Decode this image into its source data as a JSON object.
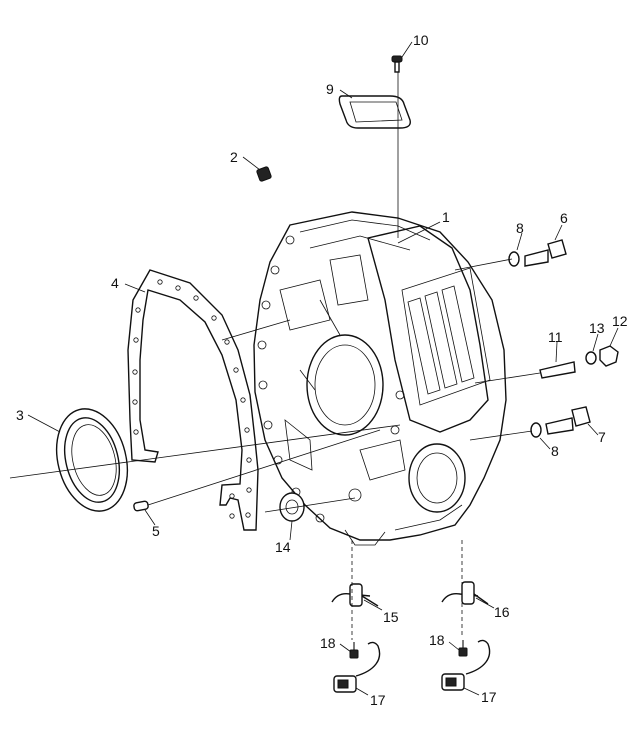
{
  "callouts": [
    {
      "id": "c1",
      "text": "1"
    },
    {
      "id": "c2",
      "text": "2"
    },
    {
      "id": "c3",
      "text": "3"
    },
    {
      "id": "c4",
      "text": "4"
    },
    {
      "id": "c5",
      "text": "5"
    },
    {
      "id": "c6",
      "text": "6"
    },
    {
      "id": "c7",
      "text": "7"
    },
    {
      "id": "c8a",
      "text": "8"
    },
    {
      "id": "c8b",
      "text": "8"
    },
    {
      "id": "c9",
      "text": "9"
    },
    {
      "id": "c10",
      "text": "10"
    },
    {
      "id": "c11",
      "text": "11"
    },
    {
      "id": "c12",
      "text": "12"
    },
    {
      "id": "c13",
      "text": "13"
    },
    {
      "id": "c14",
      "text": "14"
    },
    {
      "id": "c15",
      "text": "15"
    },
    {
      "id": "c16",
      "text": "16"
    },
    {
      "id": "c17a",
      "text": "17"
    },
    {
      "id": "c17b",
      "text": "17"
    },
    {
      "id": "c18a",
      "text": "18"
    },
    {
      "id": "c18b",
      "text": "18"
    }
  ]
}
